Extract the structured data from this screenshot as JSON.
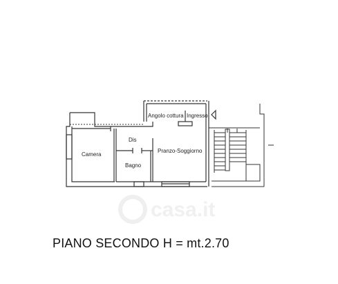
{
  "floor_plan": {
    "rooms": [
      {
        "id": "angolo-cottura",
        "label": "Angolo cottura"
      },
      {
        "id": "ingresso",
        "label": "Ingresso"
      },
      {
        "id": "dis",
        "label": "Dis"
      },
      {
        "id": "camera",
        "label": "Camera"
      },
      {
        "id": "pranzo-soggiorno",
        "label": "Pranzo-Soggiorno"
      },
      {
        "id": "bagno",
        "label": "Bagno"
      }
    ],
    "title": "PIANO SECONDO H = mt.2.70",
    "watermark": "casa.it"
  }
}
